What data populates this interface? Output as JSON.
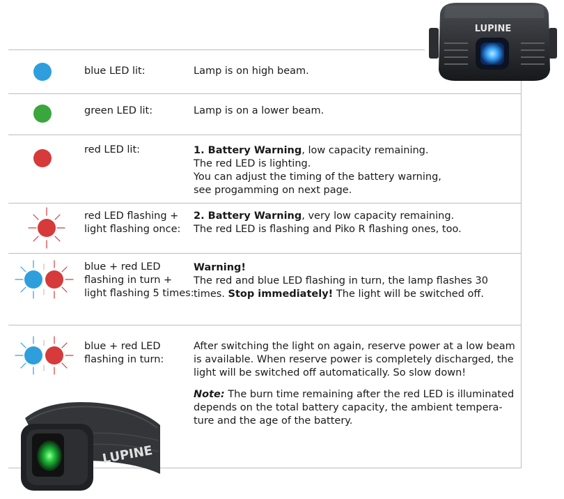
{
  "photos": {
    "top_brand": "LUPINE",
    "bottom_brand": "LUPINE"
  },
  "colors": {
    "blue_led": "#2e9fdc",
    "green_led": "#3aa63e",
    "red_led": "#d63a3a",
    "rule": "#bdbdbd"
  },
  "rows": [
    {
      "icon": "blue-led-icon",
      "label": "blue LED lit:",
      "desc": "Lamp is on high beam."
    },
    {
      "icon": "green-led-icon",
      "label": "green LED lit:",
      "desc": "Lamp is on a lower beam."
    },
    {
      "icon": "red-led-icon",
      "label": "red LED lit:",
      "desc_bold": "1. Battery Warning",
      "desc_rest": ", low capacity remaining.",
      "desc_line2": "The red LED is lighting.",
      "desc_line3": "You can adjust the timing of the battery warning,",
      "desc_line4": "see progamming on next page."
    },
    {
      "icon": "red-led-flashing-icon",
      "label_line1": "red LED flashing +",
      "label_line2": "light flashing once:",
      "desc_bold": "2. Battery Warning",
      "desc_rest": ", very low capacity remaining.",
      "desc_line2": "The red LED is flashing and Piko R flashing ones, too."
    },
    {
      "icon": "blue-red-led-flashing-icon",
      "label_line1": "blue + red LED",
      "label_line2": "flashing in turn +",
      "label_line3": "light flashing 5 times:",
      "desc_bold_title": "Warning!",
      "desc_line2": "The red and blue LED flashing in turn, the lamp flashes 30",
      "desc_line3_start": "times. ",
      "desc_line3_bold": "Stop immediately!",
      "desc_line3_end": " The light will be switched off."
    },
    {
      "icon": "blue-red-led-flashing-icon",
      "label_line1": "blue + red LED",
      "label_line2": "flashing in turn:",
      "desc_para1": "After switching the light on again, reserve power at a low beam is available. When reserve power is completely discharged, the light will be switched off automatically. So slow down!",
      "note_label": "Note:",
      "note_text": "  The burn time remaining after the red LED is illuminated depends on the total battery capacity, the ambient tempera-ture and the age of the battery."
    }
  ]
}
